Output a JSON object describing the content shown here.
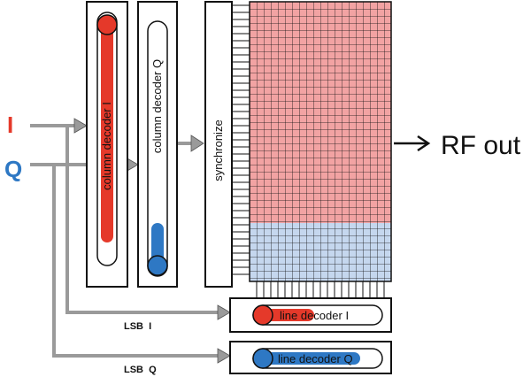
{
  "inputs": {
    "i_label": "I",
    "q_label": "Q"
  },
  "blocks": {
    "column_decoder_i": "column decoder I",
    "column_decoder_q": "column decoder Q",
    "synchronize": "synchronize",
    "line_decoder_i": "line decoder I",
    "line_decoder_q": "line decoder Q"
  },
  "signals": {
    "lsb_i": "LSB  I",
    "lsb_q": "LSB  Q"
  },
  "output": {
    "label": "RF out"
  },
  "colors": {
    "i_red": "#e5392a",
    "q_blue": "#2e78c4",
    "array_red": "#f2a3a3",
    "array_blue": "#c5d7ee",
    "grid_line": "#111111",
    "arrow_gray": "#9a9a9a"
  }
}
